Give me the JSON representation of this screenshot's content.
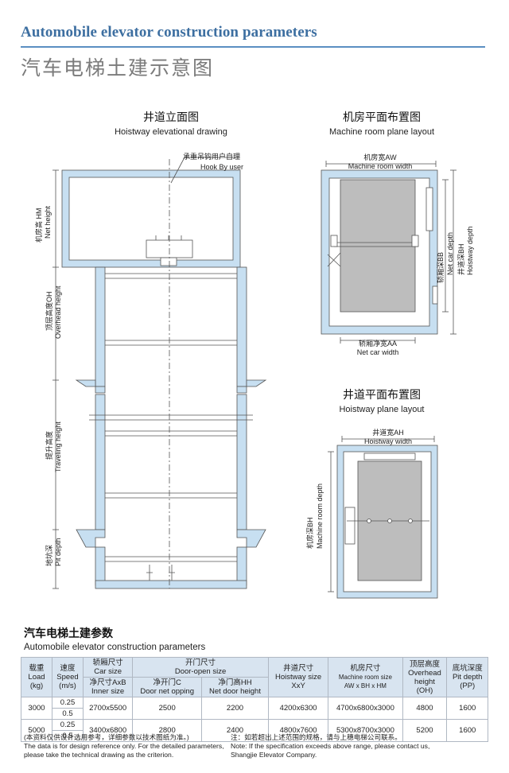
{
  "header": {
    "title_en": "Automobile elevator construction parameters",
    "title_cn": "汽车电梯土建示意图"
  },
  "elevation": {
    "title_cn": "井道立面图",
    "title_en": "Hoistway elevational drawing",
    "hook_cn": "承重吊钩用户自理",
    "hook_en": "Hook By user",
    "hm_cn": "机房高 HM",
    "hm_en": "Net height",
    "oh_cn": "顶层高度OH",
    "oh_en": "Overhead height",
    "travel_cn": "提升高度",
    "travel_en": "Traveling height",
    "pit_cn": "地坑深",
    "pit_en": "Pit depth"
  },
  "machine_room": {
    "title_cn": "机房平面布置图",
    "title_en": "Machine room plane layout",
    "aw_cn": "机房宽AW",
    "aw_en": "Machine room width",
    "bb_cn": "轿厢深BB",
    "bb_en": "Net car depth",
    "bh_cn": "井道深BH",
    "bh_en": "Hoistway depth",
    "aa_cn": "轿厢净宽AA",
    "aa_en": "Net car width"
  },
  "hoistway_plan": {
    "title_cn": "井道平面布置图",
    "title_en": "Hoistway plane layout",
    "ah_cn": "井道宽AH",
    "ah_en": "Hoistway width",
    "bh_cn": "机房深BH",
    "bh_en": "Machine room depth"
  },
  "params": {
    "title_cn": "汽车电梯土建参数",
    "title_en": "Automobile elevator construction parameters",
    "headers": {
      "load_cn": "载重",
      "load_en1": "Load",
      "load_en2": "(kg)",
      "speed_cn": "速度",
      "speed_en1": "Speed",
      "speed_en2": "(m/s)",
      "car_cn": "轿厢尺寸",
      "car_en": "Car size",
      "car_sub_cn": "净尺寸AxB",
      "car_sub_en": "Inner size",
      "door_cn": "开门尺寸",
      "door_en": "Door-open size",
      "door_c_cn": "净开门C",
      "door_c_en": "Door net opping",
      "door_h_cn": "净门高HH",
      "door_h_en": "Net door height",
      "hoist_cn": "井道尺寸",
      "hoist_en": "Hoistway size",
      "hoist_sub": "XxY",
      "mr_cn": "机房尺寸",
      "mr_en": "Machine room size",
      "mr_sub": "AW x BH x HM",
      "oh_cn": "顶层高度",
      "oh_en1": "Overhead",
      "oh_en2": "height",
      "oh_en3": "(OH)",
      "pit_cn": "底坑深度",
      "pit_en": "Pit depth",
      "pit_sub": "(PP)"
    },
    "rows": [
      {
        "load": "3000",
        "speed1": "0.25",
        "speed2": "0.5",
        "car": "2700x5500",
        "door_c": "2500",
        "door_h": "2200",
        "hoist": "4200x6300",
        "mr": "4700x6800x3000",
        "oh": "4800",
        "pit": "1600"
      },
      {
        "load": "5000",
        "speed1": "0.25",
        "speed2": "0.5",
        "car": "3400x6800",
        "door_c": "2800",
        "door_h": "2400",
        "hoist": "4800x7600",
        "mr": "5300x8700x3000",
        "oh": "5200",
        "pit": "1600"
      }
    ]
  },
  "footnotes": {
    "left_cn": "(本资料仅供设计选用参考，详细参数以技术图纸为准。)",
    "left_en1": "The data is for design reference only. For the detailed parameters,",
    "left_en2": "please take the technical drawing as the criterion.",
    "right_cn": "注：如若超出上述范围的规格，请与上穗电梯公司联系。",
    "right_en1": "Note: If the specification exceeds above range, please contact us,",
    "right_en2": "Shangjie Elevator Company."
  },
  "colors": {
    "accent": "#3d6fa1",
    "rule": "#5b8fc2",
    "wall": "#c7dff1",
    "car": "#bdbdbd",
    "table_head": "#d8e4f0"
  }
}
